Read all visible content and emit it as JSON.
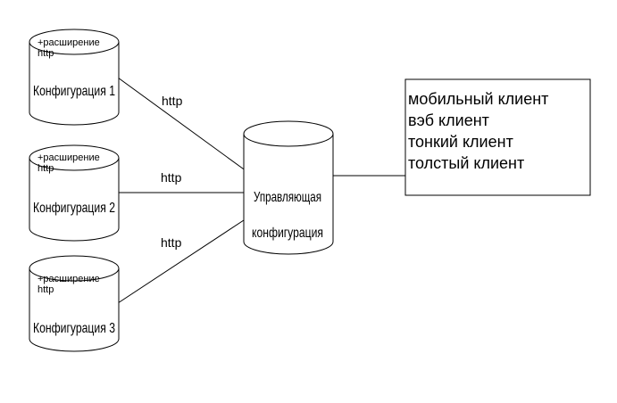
{
  "config_nodes": [
    {
      "extension_line1": "+расширение",
      "extension_line2": "http",
      "title": "Конфигурация 1"
    },
    {
      "extension_line1": "+расширение",
      "extension_line2": "http",
      "title": "Конфигурация 2"
    },
    {
      "extension_line1": "+расширение",
      "extension_line2": "http",
      "title": "Конфигурация 3"
    }
  ],
  "connection_labels": [
    "http",
    "http",
    "http"
  ],
  "central_node": {
    "line1": "Управляющая",
    "line2": "конфигурация"
  },
  "clients_box": {
    "items": [
      "мобильный клиент",
      "вэб клиент",
      "тонкий клиент",
      "толстый клиент"
    ]
  }
}
